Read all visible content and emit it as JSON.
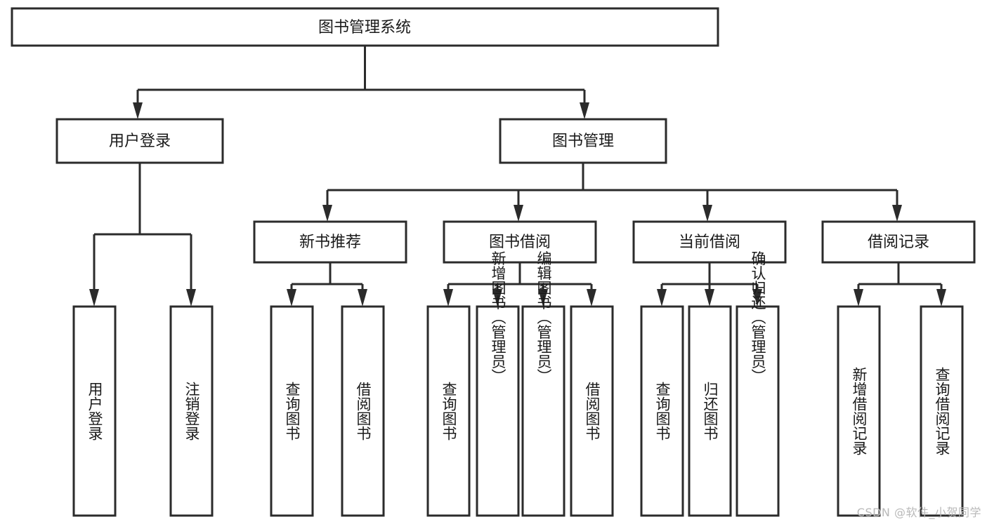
{
  "diagram": {
    "title": "图书管理系统",
    "type": "hierarchy-tree",
    "orientation": "top-down",
    "background_color": "#ffffff",
    "line_color": "#2b2b2b",
    "box_fill": "#ffffff",
    "text_color": "#1a1a1a",
    "levels": 4,
    "root": {
      "id": "root",
      "label": "图书管理系统",
      "orientation": "horizontal"
    },
    "level2": [
      {
        "id": "user-login",
        "label": "用户登录",
        "orientation": "horizontal"
      },
      {
        "id": "book-management",
        "label": "图书管理",
        "orientation": "horizontal"
      }
    ],
    "level3": [
      {
        "id": "new-book-recommend",
        "label": "新书推荐",
        "parent": "book-management",
        "orientation": "horizontal"
      },
      {
        "id": "book-borrow",
        "label": "图书借阅",
        "parent": "book-management",
        "orientation": "horizontal"
      },
      {
        "id": "current-borrow",
        "label": "当前借阅",
        "parent": "book-management",
        "orientation": "horizontal"
      },
      {
        "id": "borrow-record",
        "label": "借阅记录",
        "parent": "book-management",
        "orientation": "horizontal"
      }
    ],
    "leaves": [
      {
        "id": "leaf-user-login",
        "label": "用户登录",
        "parent": "user-login",
        "orientation": "vertical"
      },
      {
        "id": "leaf-logout",
        "label": "注销登录",
        "parent": "user-login",
        "orientation": "vertical"
      },
      {
        "id": "leaf-query-book-1",
        "label": "查询图书",
        "parent": "new-book-recommend",
        "orientation": "vertical"
      },
      {
        "id": "leaf-borrow-book-1",
        "label": "借阅图书",
        "parent": "new-book-recommend",
        "orientation": "vertical"
      },
      {
        "id": "leaf-query-book-2",
        "label": "查询图书",
        "parent": "book-borrow",
        "orientation": "vertical"
      },
      {
        "id": "leaf-add-book",
        "label": "新增图书（管理员）",
        "parent": "book-borrow",
        "orientation": "vertical"
      },
      {
        "id": "leaf-edit-book",
        "label": "编辑图书（管理员）",
        "parent": "book-borrow",
        "orientation": "vertical"
      },
      {
        "id": "leaf-borrow-book-2",
        "label": "借阅图书",
        "parent": "book-borrow",
        "orientation": "vertical"
      },
      {
        "id": "leaf-query-book-3",
        "label": "查询图书",
        "parent": "current-borrow",
        "orientation": "vertical"
      },
      {
        "id": "leaf-return-book",
        "label": "归还图书",
        "parent": "current-borrow",
        "orientation": "vertical"
      },
      {
        "id": "leaf-confirm-return",
        "label": "确认归还（管理员）",
        "parent": "current-borrow",
        "orientation": "vertical"
      },
      {
        "id": "leaf-add-record",
        "label": "新增借阅记录",
        "parent": "borrow-record",
        "orientation": "vertical"
      },
      {
        "id": "leaf-query-record",
        "label": "查询借阅记录",
        "parent": "borrow-record",
        "orientation": "vertical"
      }
    ]
  },
  "watermark": {
    "text": "CSDN @软件_小贺同学",
    "color": "#b9b9b9"
  }
}
